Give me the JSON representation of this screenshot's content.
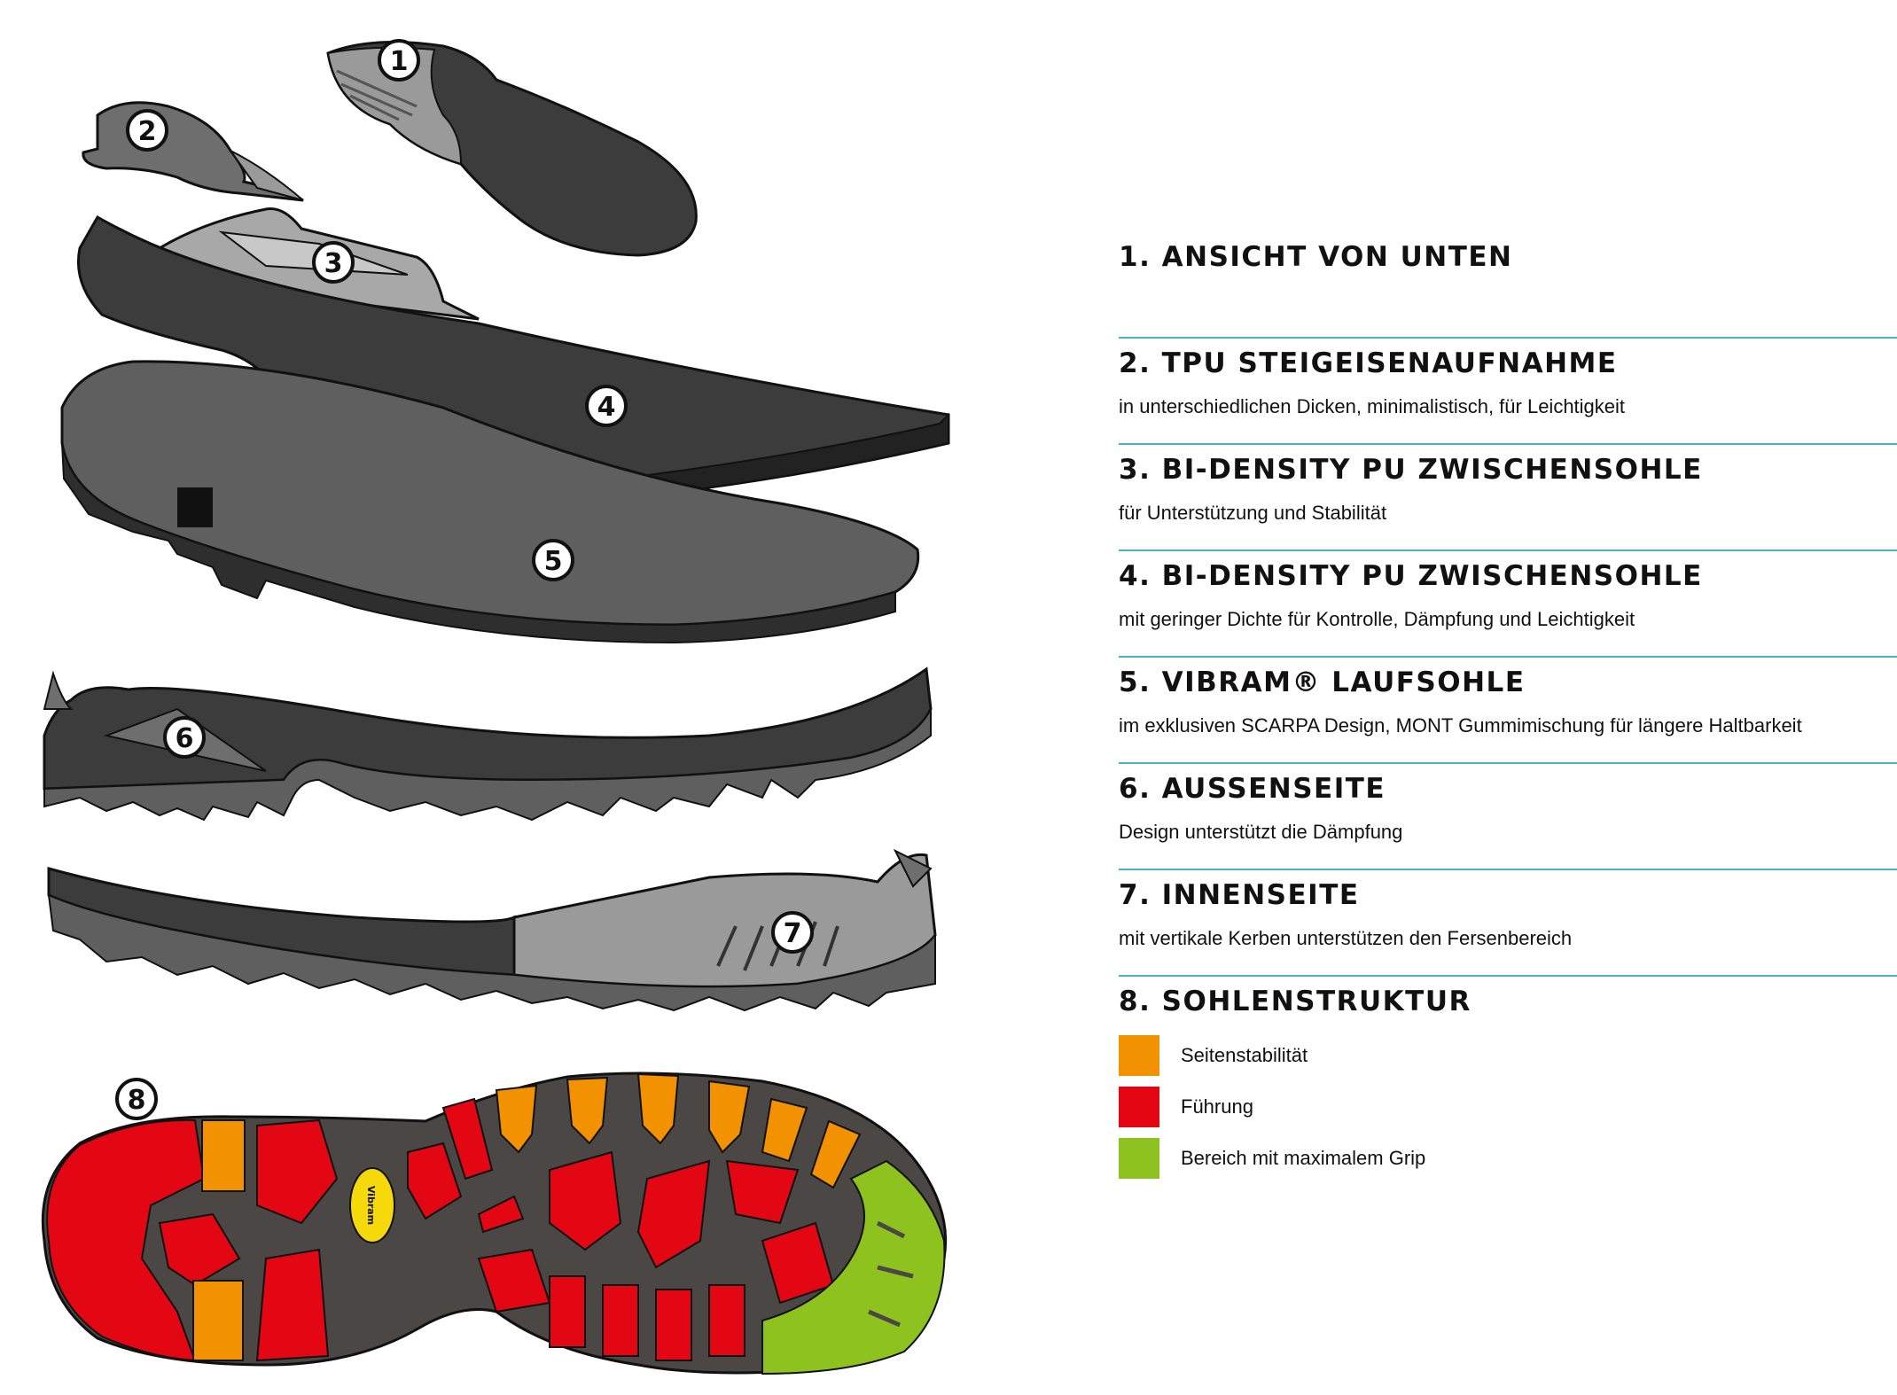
{
  "items": [
    {
      "num": "1",
      "title": "1. Ansicht von unten",
      "desc": ""
    },
    {
      "num": "2",
      "title": "2. TPU Steigeisenaufnahme",
      "desc": "in unterschiedlichen Dicken, minimalistisch, für Leichtigkeit"
    },
    {
      "num": "3",
      "title": "3. Bi-Density PU Zwischensohle",
      "desc": "für Unterstützung und Stabilität"
    },
    {
      "num": "4",
      "title": "4. Bi-Density PU Zwischensohle",
      "desc": "mit geringer Dichte für Kontrolle, Dämpfung und Leichtigkeit"
    },
    {
      "num": "5",
      "title": "5. Vibram® Laufsohle",
      "desc": "im exklusiven SCARPA Design, MONT Gummimischung für längere Haltbarkeit"
    },
    {
      "num": "6",
      "title": "6. Aussenseite",
      "desc": "Design unterstützt die Dämpfung"
    },
    {
      "num": "7",
      "title": "7. Innenseite",
      "desc": "mit vertikale Kerben unterstützen den Fersenbereich"
    },
    {
      "num": "8",
      "title": "8. Sohlenstruktur",
      "desc": ""
    }
  ],
  "legend": [
    {
      "label": "Seitenstabilität",
      "color": "#f39200"
    },
    {
      "label": "Führung",
      "color": "#e30613"
    },
    {
      "label": "Bereich mit maximalem Grip",
      "color": "#8dc21f"
    }
  ],
  "logo_text": "Vibram",
  "colors": {
    "divider": "#4ab0d4",
    "dark_gray": "#3c3c3c",
    "mid_gray": "#5f5f5f",
    "light_gray": "#9a9a9a",
    "outline": "#111111"
  }
}
